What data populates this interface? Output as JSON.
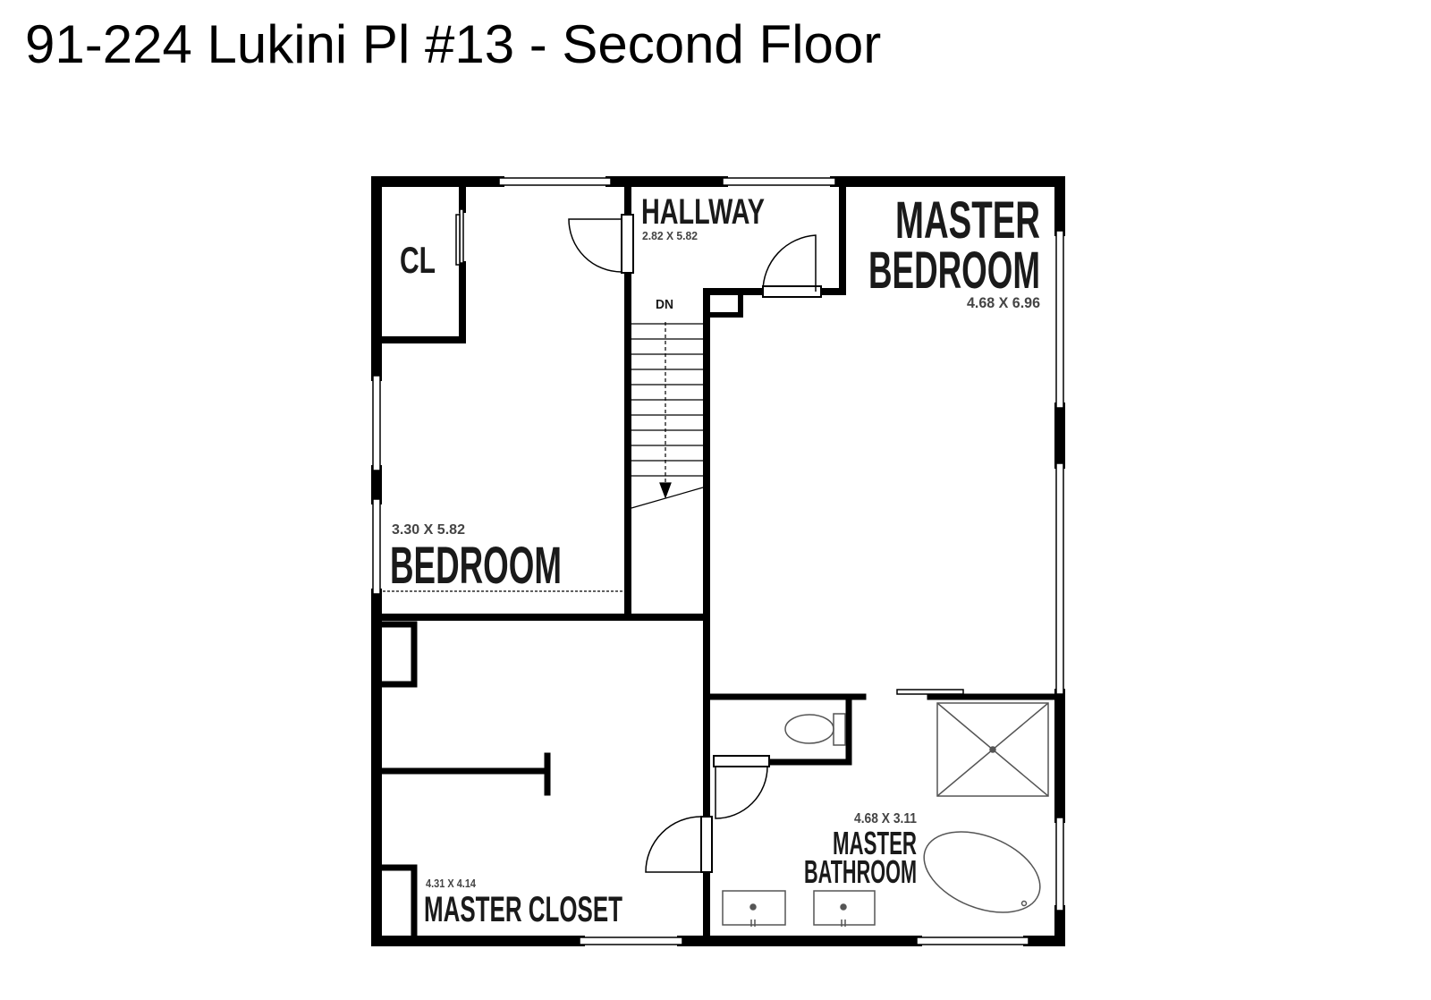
{
  "page": {
    "title": "91-224 Lukini Pl #13 - Second Floor"
  },
  "rooms": {
    "closet_small": {
      "label": "CL"
    },
    "hallway": {
      "label": "HALLWAY",
      "dims": "2.82 X 5.82",
      "stairs_label": "DN"
    },
    "master_bedroom": {
      "label_line1": "MASTER",
      "label_line2": "BEDROOM",
      "dims": "4.68 X 6.96"
    },
    "bedroom": {
      "label": "BEDROOM",
      "dims": "3.30 X 5.82"
    },
    "master_closet": {
      "label": "MASTER CLOSET",
      "dims": "4.31 X 4.14"
    },
    "master_bathroom": {
      "label_line1": "MASTER",
      "label_line2": "BATHROOM",
      "dims": "4.68 X 3.11"
    }
  },
  "colors": {
    "wall": "#000000",
    "fixture": "#555555",
    "label": "#1a1a1a"
  }
}
